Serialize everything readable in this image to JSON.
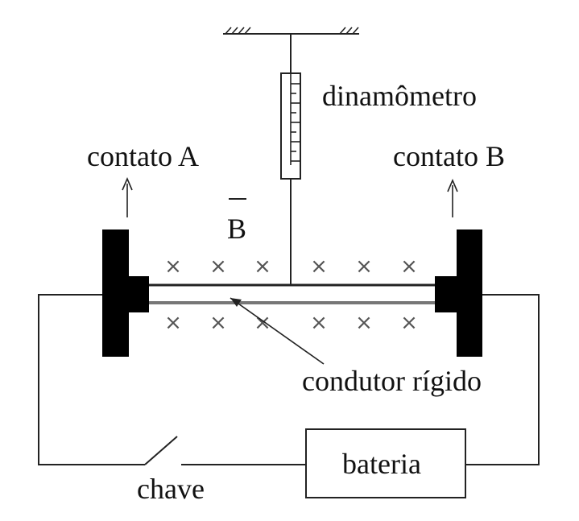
{
  "labels": {
    "dynamometer": "dinamômetro",
    "contact_a": "contato A",
    "contact_b": "contato B",
    "field": "B",
    "conductor": "condutor rígido",
    "battery": "bateria",
    "switch": "chave"
  },
  "field_marks": {
    "symbol": "×"
  },
  "colors": {
    "ink": "#111111",
    "field_marks": "#555555"
  }
}
